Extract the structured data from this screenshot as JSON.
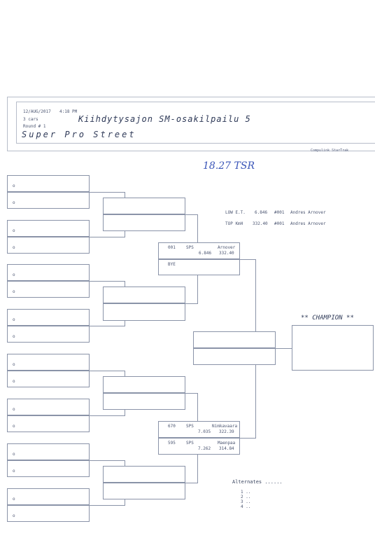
{
  "header": {
    "date": "12/AUG/2017",
    "time": "4:18 PM",
    "cars": "3 cars",
    "round": "Round # 1",
    "event_title": "Kiihdytysajon SM-osakilpailu 5",
    "class_name": "Super Pro Street",
    "software_credit": "Compulink StarTrak"
  },
  "handwritten_note": "18.27 TSR",
  "stats": {
    "low_et_label": "LOW E.T.",
    "low_et_value": "6.846",
    "low_et_car": "#001",
    "low_et_driver": "Andres Arnover",
    "top_speed_label": "TOP KmH",
    "top_speed_value": "332.40",
    "top_speed_car": "#001",
    "top_speed_driver": "Andres Arnover"
  },
  "bracket": {
    "round1_marker": "o",
    "semi_top": {
      "top": {
        "car": "001",
        "class": "SPS",
        "driver": "Arnover",
        "et": "6.846",
        "speed": "332.40"
      },
      "bottom": {
        "bye": "BYE"
      }
    },
    "semi_bottom": {
      "top": {
        "car": "670",
        "class": "SPS",
        "driver": "Nimkavaara",
        "et": "7.035",
        "speed": "322.39"
      },
      "bottom": {
        "car": "595",
        "class": "SPS",
        "driver": "Maenpaa",
        "et": "7.262",
        "speed": "314.84"
      }
    },
    "champion_label": "** CHAMPION **"
  },
  "alternates": {
    "label": "Alternates ......",
    "items": [
      "1 ..",
      "2 ..",
      "3 ..",
      "4 .."
    ]
  }
}
